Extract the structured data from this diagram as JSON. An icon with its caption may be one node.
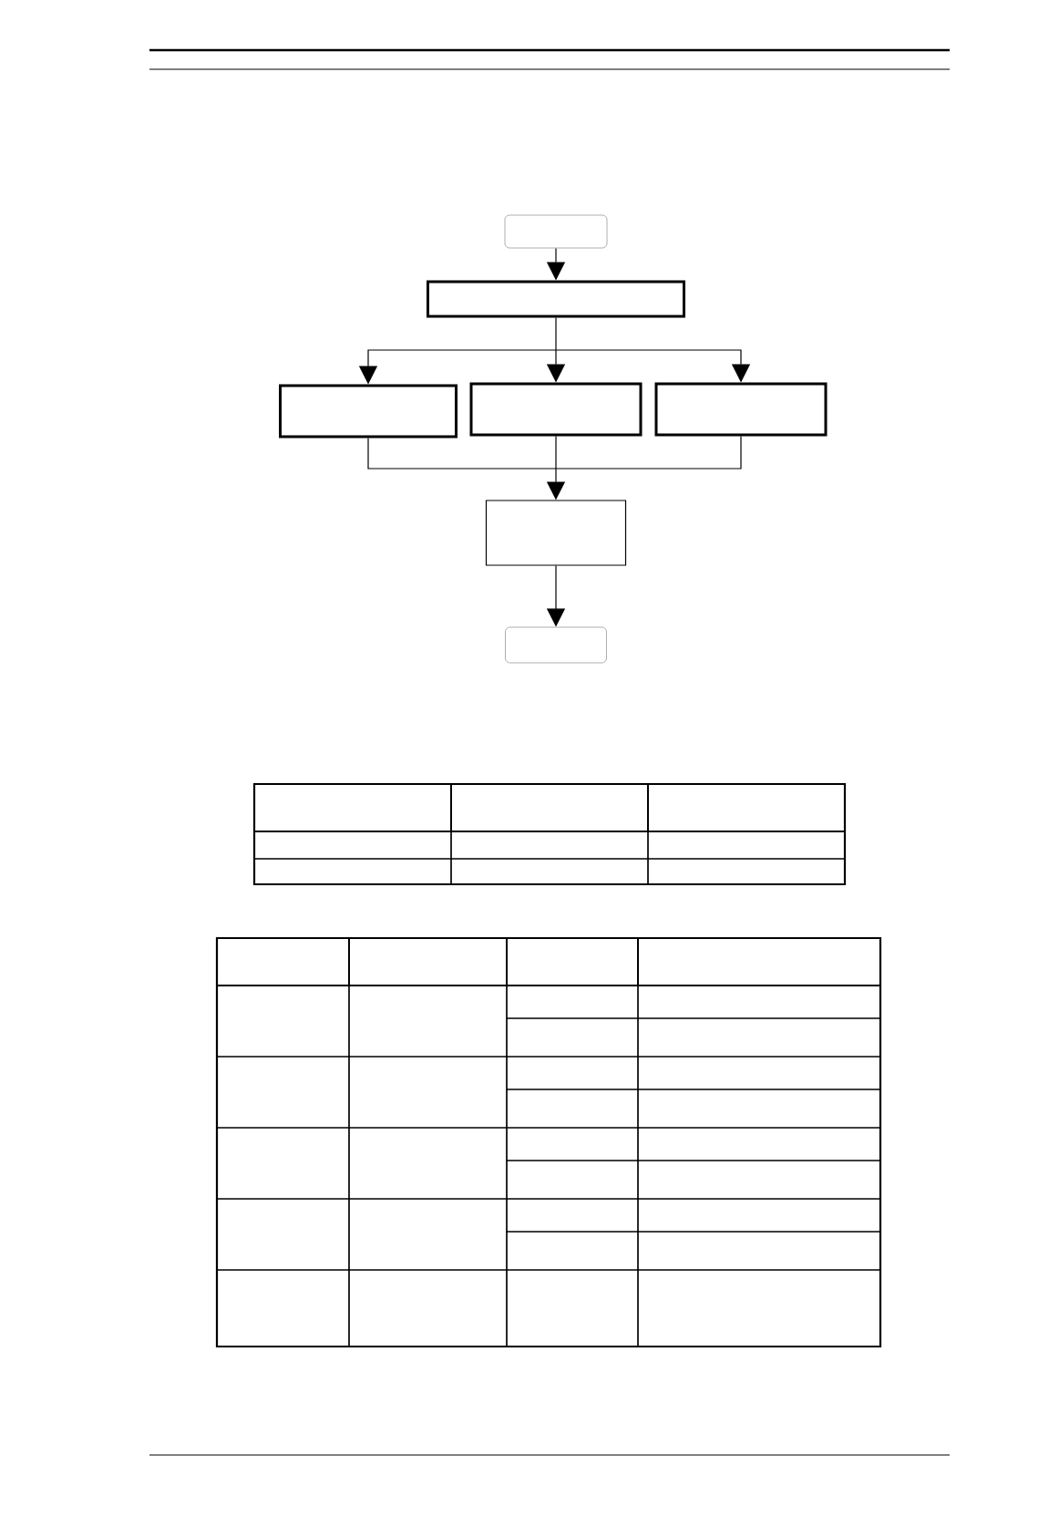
{
  "diagram": {
    "nodes": [
      {
        "text": [],
        "shape": "box"
      },
      {
        "text": [],
        "shape": "box"
      },
      {
        "text": [],
        "shape": "box"
      },
      {
        "text": [],
        "shape": "box"
      },
      {
        "text": [],
        "shape": "box"
      },
      {
        "text": [],
        "shape": "box"
      },
      {
        "text": [],
        "shape": "box"
      }
    ],
    "edges": [
      {
        "from": 0,
        "to": 1,
        "arrow": "to"
      },
      {
        "from": 1,
        "to": 2,
        "arrow": "to"
      },
      {
        "from": 1,
        "to": 3,
        "arrow": "to"
      },
      {
        "from": 1,
        "to": 4,
        "arrow": "to"
      },
      {
        "from": 2,
        "to": 5,
        "arrow": "to"
      },
      {
        "from": 3,
        "to": 5,
        "arrow": "to"
      },
      {
        "from": 4,
        "to": 5,
        "arrow": "to"
      },
      {
        "from": 5,
        "to": 6,
        "arrow": "to"
      }
    ]
  }
}
